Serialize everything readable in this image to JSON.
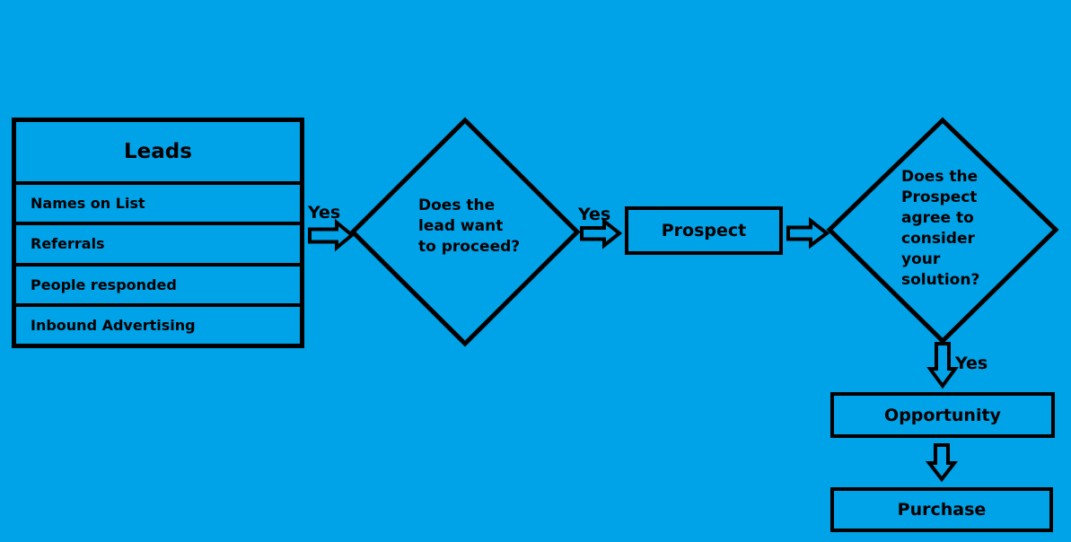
{
  "colors": {
    "background": "#00a2e8",
    "line": "#000000"
  },
  "leads_table": {
    "title": "Leads",
    "rows": [
      "Names on List",
      "Referrals",
      "People responded",
      "Inbound Advertising"
    ]
  },
  "decisions": {
    "lead_proceed": "Does the\nlead want\nto proceed?",
    "prospect_consider": "Does the\nProspect\nagree to\nconsider\nyour\nsolution?"
  },
  "nodes": {
    "prospect": "Prospect",
    "opportunity": "Opportunity",
    "purchase": "Purchase"
  },
  "edge_labels": {
    "leads_to_decision1": "Yes",
    "decision1_to_prospect": "Yes",
    "decision2_to_opportunity": "Yes"
  }
}
